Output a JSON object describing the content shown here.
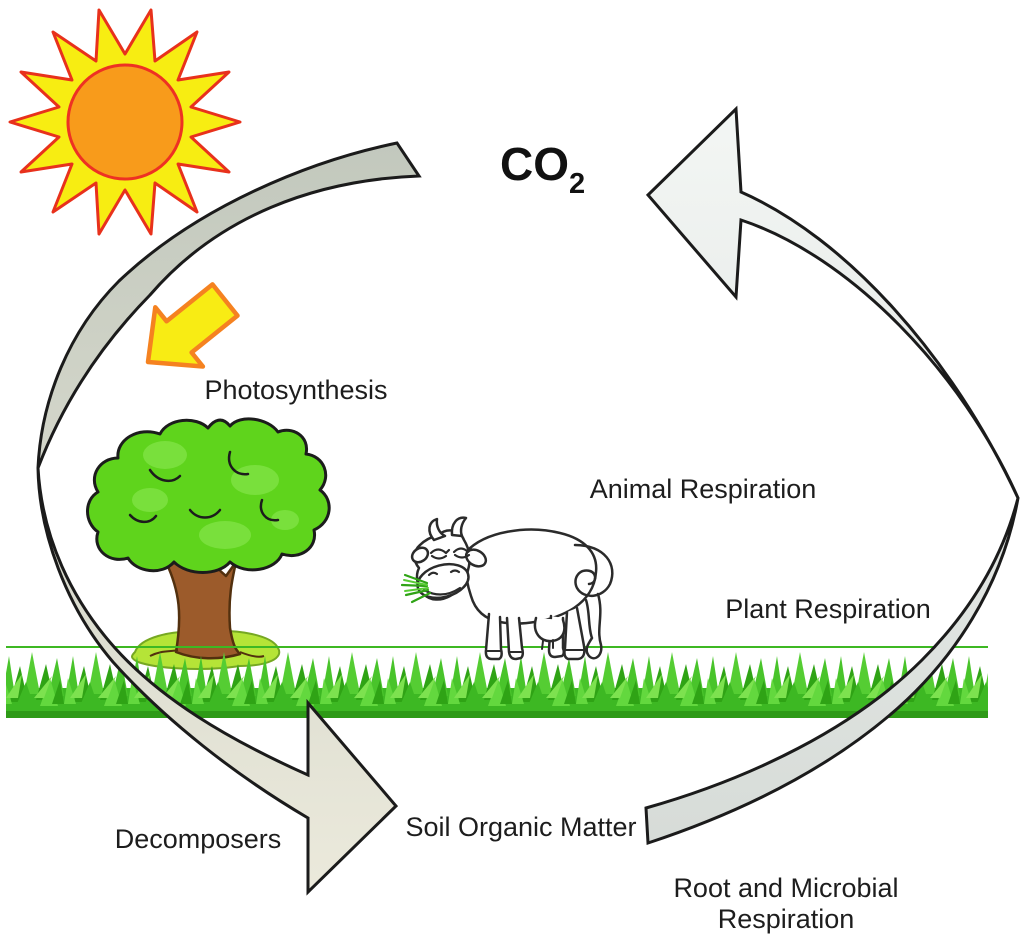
{
  "co2": {
    "main": "CO",
    "sub": "2"
  },
  "labels": {
    "photosynthesis": "Photosynthesis",
    "animal_respiration": "Animal Respiration",
    "plant_respiration": "Plant Respiration",
    "decomposers": "Decomposers",
    "soil_organic_matter": "Soil Organic Matter",
    "root_microbial_line1": "Root and Microbial",
    "root_microbial_line2": "Respiration"
  },
  "icons": {
    "sun": "sun-icon",
    "sunlight_arrow": "sunlight-down-arrow-icon",
    "tree": "tree-icon",
    "cow": "cow-icon",
    "grass": "grass-icon",
    "left_cycle_arrow": "cycle-arrow-to-soil-icon",
    "right_cycle_arrow": "cycle-arrow-to-co2-icon"
  },
  "colors": {
    "sun_core": "#F89B1B",
    "sun_rays": "#F7ED12",
    "sun_outline": "#E8311C",
    "sunlight_arrow_fill": "#F8EC14",
    "sunlight_arrow_outline": "#F58220",
    "left_ribbon_top": "#C2C8BD",
    "left_ribbon_bottom": "#ECEADC",
    "right_ribbon_top": "#F3F6F4",
    "right_ribbon_bottom": "#D6DBD7",
    "outline": "#1B1B1B",
    "grass_green": "#3DB823",
    "tree_green": "#5FD41C",
    "tree_mound": "#B5E437",
    "trunk_brown": "#9C5B2B",
    "text": "#1D1D1D"
  }
}
